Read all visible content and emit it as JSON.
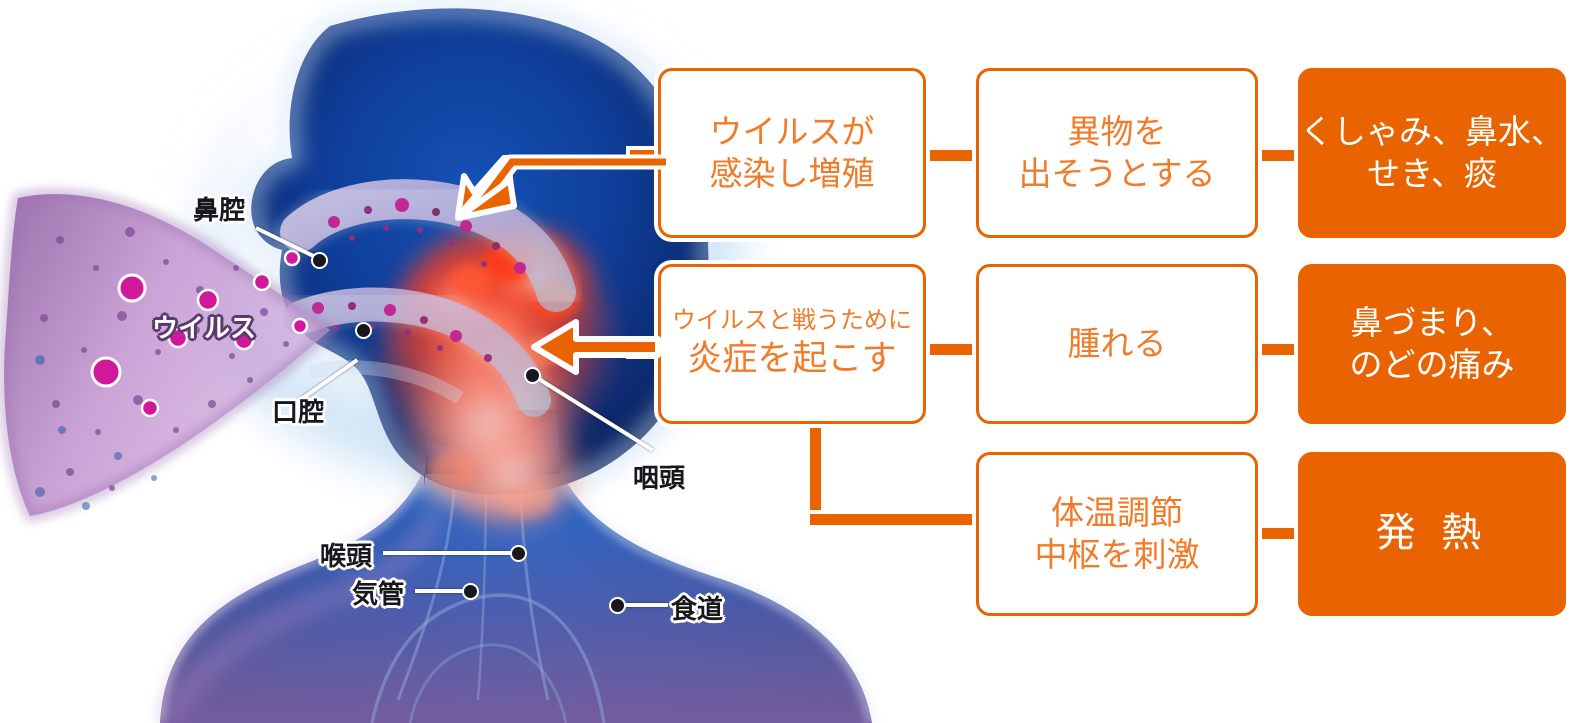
{
  "meta": {
    "colors": {
      "accent_orange": "#e96400",
      "text_orange": "#f07b29",
      "box_white": "#ffffff",
      "head_blue": "#123a8c",
      "head_blue_deep": "#0d2f78",
      "inflammation_red": "#f2452a",
      "virus_purple": "#b07ab8",
      "label_black": "#17171c"
    }
  },
  "illustration": {
    "name": "head-neck-airway-anatomy",
    "labels": [
      {
        "id": "nasal-cavity",
        "text": "鼻腔",
        "style": "black"
      },
      {
        "id": "virus",
        "text": "ウイルス",
        "style": "white"
      },
      {
        "id": "oral-cavity",
        "text": "口腔",
        "style": "black"
      },
      {
        "id": "pharynx",
        "text": "咽頭",
        "style": "black"
      },
      {
        "id": "larynx",
        "text": "喉頭",
        "style": "black"
      },
      {
        "id": "trachea",
        "text": "気管",
        "style": "black"
      },
      {
        "id": "esophagus",
        "text": "食道",
        "style": "black"
      }
    ]
  },
  "flow": {
    "rows": [
      {
        "id": "row-sneeze",
        "cause": {
          "lines": [
            "ウイルスが",
            "感染し増殖"
          ],
          "size": "t-md"
        },
        "effect": {
          "lines": [
            "異物を",
            "出そうとする"
          ],
          "size": "t-md"
        },
        "symptom": {
          "lines": [
            "くしゃみ、鼻水、",
            "せき、痰"
          ],
          "size": "t-md"
        }
      },
      {
        "id": "row-swelling",
        "cause": {
          "lines": [
            "ウイルスと戦うために",
            "炎症を起こす"
          ],
          "size": "mixed"
        },
        "effect": {
          "lines": [
            "腫れる"
          ],
          "size": "t-md"
        },
        "symptom": {
          "lines": [
            "鼻づまり、",
            "のどの痛み"
          ],
          "size": "t-md"
        }
      },
      {
        "id": "row-fever",
        "cause": null,
        "effect": {
          "lines": [
            "体温調節",
            "中枢を刺激"
          ],
          "size": "t-md"
        },
        "symptom": {
          "lines": [
            "発 熱"
          ],
          "size": "t-xl"
        }
      }
    ],
    "arrows": [
      {
        "id": "arrow-to-nasal-cavity",
        "points_to": "nasal-airway",
        "direction": "down-left"
      },
      {
        "id": "arrow-to-pharynx",
        "points_to": "inflamed-pharynx",
        "direction": "left"
      }
    ]
  }
}
